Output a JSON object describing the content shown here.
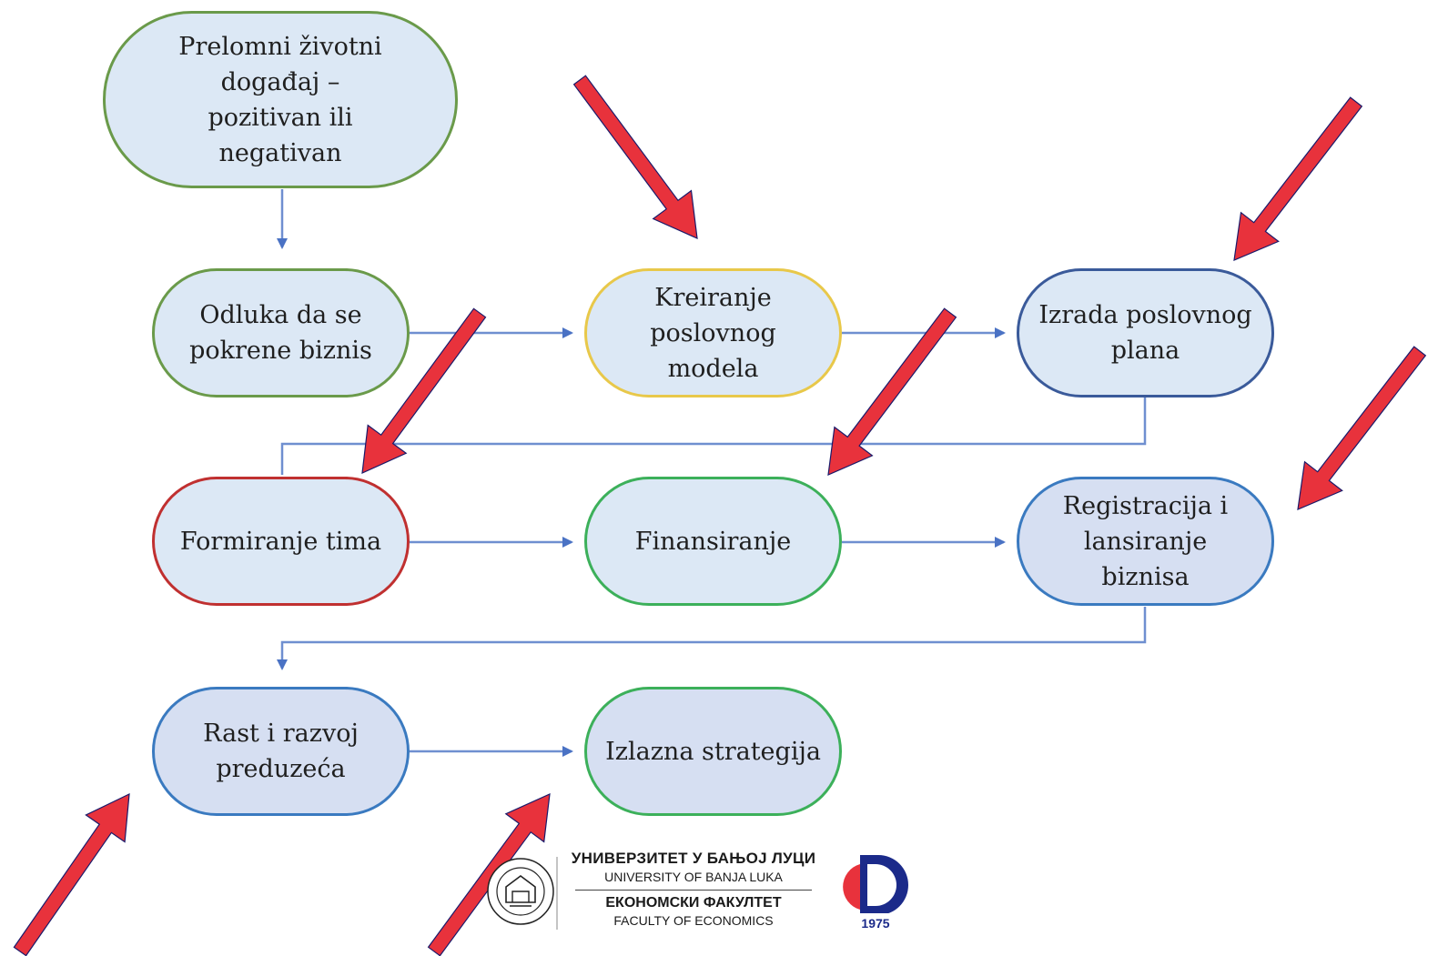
{
  "nodes": {
    "n1": {
      "label": "Prelomni životni\ndogađaj –\npozitivan ili\nnegativan",
      "border": "#6a9a4a",
      "fill": "#dce8f5"
    },
    "n2": {
      "label": "Odluka da se\npokrene biznis",
      "border": "#6a9a4a",
      "fill": "#dce8f5"
    },
    "n3": {
      "label": "Kreiranje\nposlovnog\nmodela",
      "border": "#e8c84a",
      "fill": "#dce8f5"
    },
    "n4": {
      "label": "Izrada poslovnog\nplana",
      "border": "#3a5a9a",
      "fill": "#dce8f5"
    },
    "n5": {
      "label": "Formiranje tima",
      "border": "#c03030",
      "fill": "#dce8f5"
    },
    "n6": {
      "label": "Finansiranje",
      "border": "#3cb05a",
      "fill": "#dce8f5"
    },
    "n7": {
      "label": "Registracija i\nlansiranje\nbiznisa",
      "border": "#3a7ac0",
      "fill": "#d6dff2"
    },
    "n8": {
      "label": "Rast i razvoj\npreduzeća",
      "border": "#3a7ac0",
      "fill": "#d6dff2"
    },
    "n9": {
      "label": "Izlazna strategija",
      "border": "#3cb05a",
      "fill": "#d6dff2"
    }
  },
  "colors": {
    "connector": "#4a72c4",
    "highlight_arrow": "#e8323c",
    "highlight_arrow_outline": "#1a1a6a"
  },
  "footer": {
    "university_cyrillic": "УНИВЕРЗИТЕТ У БАЊОЈ ЛУЦИ",
    "university_latin": "UNIVERSITY OF BANJA LUKA",
    "faculty_cyrillic": "ЕКОНОМСКИ ФАКУЛТЕТ",
    "faculty_latin": "FACULTY OF ECONOMICS",
    "logo_year": "1975"
  }
}
